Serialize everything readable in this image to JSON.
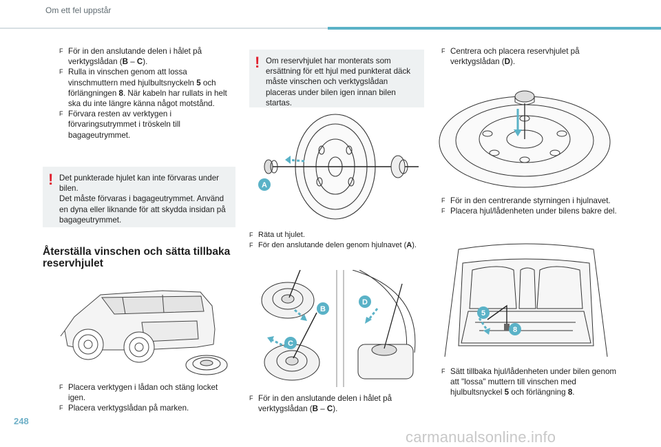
{
  "header": {
    "title": "Om ett fel uppstår"
  },
  "page_number": "248",
  "watermark": "carmanualsonline.info",
  "col1": {
    "bullets": [
      {
        "pre": "För in den anslutande delen i hålet på verktygslådan (",
        "b1": "B",
        "mid": " – ",
        "b2": "C",
        "post": ")."
      },
      {
        "pre": "Rulla in vinschen genom att lossa vinschmuttern med hjulbultsnyckeln ",
        "b1": "5",
        "mid": " och förlängningen ",
        "b2": "8",
        "post": ". När kabeln har rullats in helt ska du inte längre känna något motstånd."
      },
      {
        "text": "Förvara resten av verktygen i förvaringsutrymmet i tröskeln till bagageutrymmet."
      }
    ],
    "warning": "Det punkterade hjulet kan inte förvaras under bilen.\nDet måste förvaras i bagageutrymmet. Använd en dyna eller liknande för att skydda insidan på bagageutrymmet.",
    "heading": "Återställa vinschen och sätta tillbaka reservhjulet",
    "bottom_bullets": [
      {
        "text": "Placera verktygen i lådan och stäng locket igen."
      },
      {
        "text": "Placera verktygslådan på marken."
      }
    ]
  },
  "col2": {
    "warning": "Om reservhjulet har monterats som ersättning för ett hjul med punkterat däck måste vinschen och verktygslådan placeras under bilen igen innan bilen startas.",
    "fig_label_a": "A",
    "mid_bullets": [
      {
        "text": "Räta ut hjulet."
      },
      {
        "pre": "För den anslutande delen genom hjulnavet (",
        "b1": "A",
        "post": ")."
      }
    ],
    "fig_labels": {
      "b": "B",
      "c": "C",
      "d": "D"
    },
    "bottom_bullets": [
      {
        "pre": "För in den anslutande delen i hålet på verktygslådan (",
        "b1": "B",
        "mid": " – ",
        "b2": "C",
        "post": ")."
      }
    ]
  },
  "col3": {
    "top_bullets": [
      {
        "pre": "Centrera och placera reservhjulet på verktygslådan (",
        "b1": "D",
        "post": ")."
      }
    ],
    "mid_bullets": [
      {
        "text": "För in den centrerande styrningen i hjulnavet."
      },
      {
        "text": "Placera hjul/lådenheten under bilens bakre del."
      }
    ],
    "fig_labels": {
      "five": "5",
      "eight": "8"
    },
    "bottom_bullets": [
      {
        "pre": "Sätt tillbaka hjul/lådenheten under bilen genom att \"lossa\" muttern till vinschen med hjulbultsnyckel ",
        "b1": "5",
        "mid": " och förlängning ",
        "b2": "8",
        "post": "."
      }
    ]
  },
  "bullet_mark": "F",
  "colors": {
    "accent": "#5ab2c7",
    "warning": "#e0202e",
    "box": "#eef1f2"
  },
  "icons": [
    "exclamation-icon"
  ]
}
